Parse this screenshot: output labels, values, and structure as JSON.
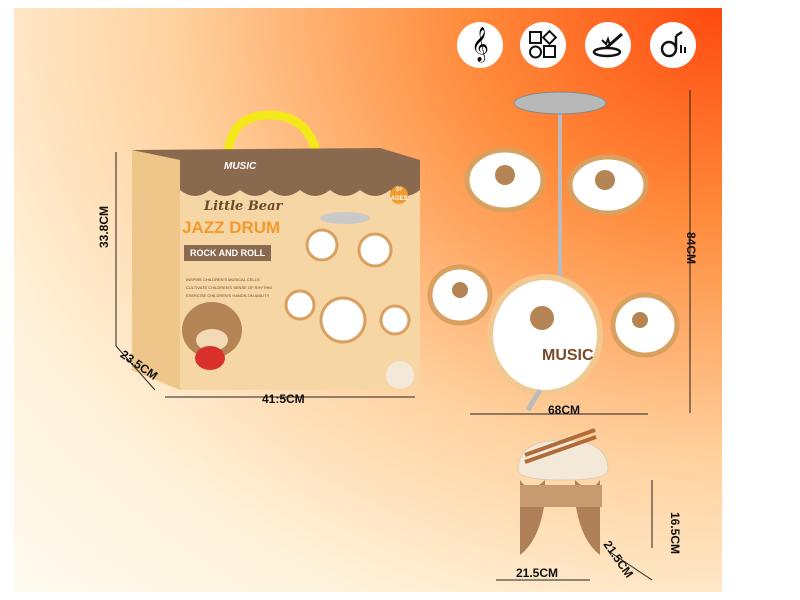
{
  "feature_icons": [
    {
      "icon": "treble-clef-icon"
    },
    {
      "icon": "shapes-icon"
    },
    {
      "icon": "drum-hit-icon"
    },
    {
      "icon": "music-note-icon"
    }
  ],
  "box": {
    "title_script": "Little Bear",
    "title": "JAZZ DRUM",
    "ribbon": "ROCK AND ROLL",
    "age_badge": "3+ AGES",
    "logo": "MUSIC",
    "bullets": [
      "INSPIRE CHILDREN'S MUSICAL CELLS",
      "CULTIVATE CHILDREN'S SENSE OF RHYTHM",
      "EXERCISE CHILDREN'S HANDS-ON ABILITY"
    ]
  },
  "drum_logo": "MUSIC",
  "dimensions": {
    "box_height": "33.8CM",
    "box_depth": "23.5CM",
    "box_width": "41:5CM",
    "drum_width": "68CM",
    "drum_height": "84CM",
    "stool_height": "16.5CM",
    "stool_depth": "21.5CM",
    "stool_width": "21.5CM"
  },
  "colors": {
    "accent": "#ff4a10",
    "box_brown": "#8a6a4e",
    "box_orange": "#f29a2e",
    "handle": "#f4e81a"
  }
}
